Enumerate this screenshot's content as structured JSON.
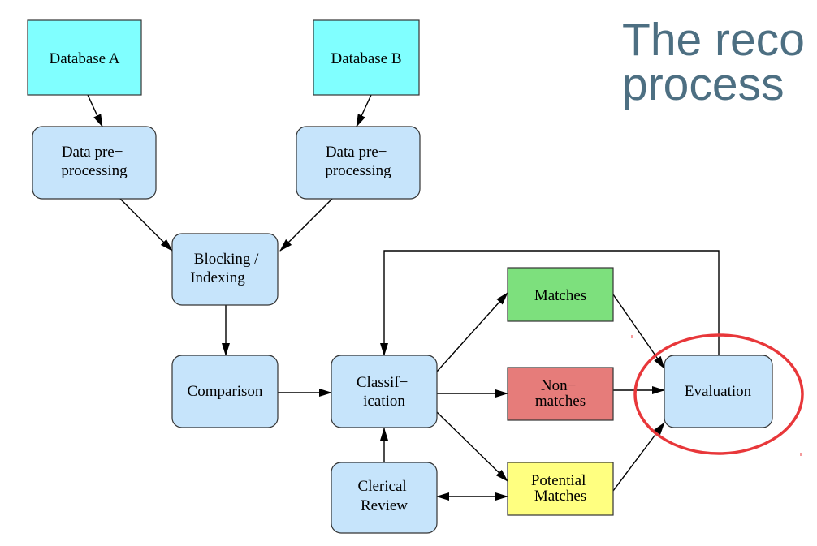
{
  "slide": {
    "title_lines": [
      "The reco",
      "process"
    ]
  },
  "diagram": {
    "nodes": {
      "database_a": {
        "lines": [
          "Database A"
        ],
        "fill": "#80ffff"
      },
      "database_b": {
        "lines": [
          "Database B"
        ],
        "fill": "#80ffff"
      },
      "preprocess_a": {
        "lines": [
          "Data pre−",
          "processing"
        ],
        "fill": "#c6e4fb"
      },
      "preprocess_b": {
        "lines": [
          "Data pre−",
          "processing"
        ],
        "fill": "#c6e4fb"
      },
      "blocking": {
        "lines": [
          "Blocking /",
          "Indexing"
        ],
        "fill": "#c6e4fb"
      },
      "comparison": {
        "lines": [
          "Comparison"
        ],
        "fill": "#c6e4fb"
      },
      "classification": {
        "lines": [
          "Classif−",
          "ication"
        ],
        "fill": "#c6e4fb"
      },
      "clerical_review": {
        "lines": [
          "Clerical",
          "Review"
        ],
        "fill": "#c6e4fb"
      },
      "matches": {
        "lines": [
          "Matches"
        ],
        "fill": "#7de07d"
      },
      "non_matches": {
        "lines": [
          "Non−",
          "matches"
        ],
        "fill": "#e67c7a"
      },
      "potential_matches": {
        "lines": [
          "Potential",
          "Matches"
        ],
        "fill": "#ffff80"
      },
      "evaluation": {
        "lines": [
          "Evaluation"
        ],
        "fill": "#c6e4fb"
      }
    },
    "highlight": {
      "target": "evaluation",
      "color": "#e8373a"
    }
  }
}
